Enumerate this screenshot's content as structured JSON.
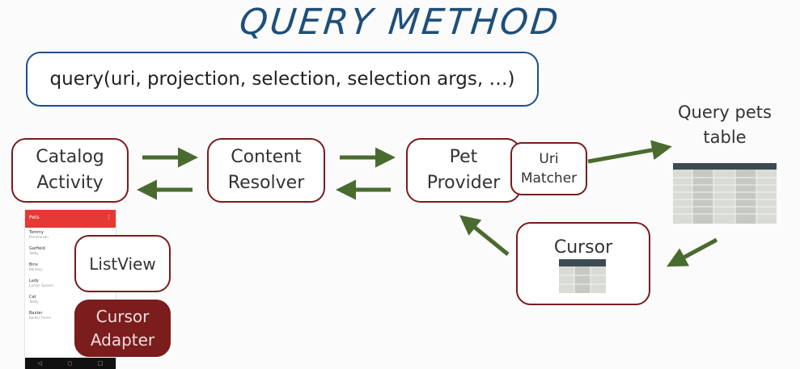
{
  "title": "QUERY METHOD",
  "query_call": "query(uri, projection, selection, selection args, …)",
  "nodes": {
    "catalog_activity": "Catalog\nActivity",
    "content_resolver": "Content\nResolver",
    "pet_provider": "Pet\nProvider",
    "uri_matcher": "Uri\nMatcher",
    "query_pets_table": "Query pets\ntable",
    "cursor": "Cursor",
    "listview": "ListView",
    "cursor_adapter": "Cursor\nAdapter"
  },
  "phone": {
    "app_title": "Pets",
    "menu_icon": "overflow-menu-icon",
    "items": [
      {
        "name": "Tommy",
        "sub": "Pomeranian"
      },
      {
        "name": "Garfield",
        "sub": "Tabby"
      },
      {
        "name": "Binx",
        "sub": "Bombay"
      },
      {
        "name": "Lady",
        "sub": "Cocker Spaniel"
      },
      {
        "name": "Cat",
        "sub": "Tabby"
      },
      {
        "name": "Baxter",
        "sub": "Border Terrier"
      }
    ],
    "nav_icons": [
      "back-icon",
      "home-icon",
      "recents-icon"
    ]
  },
  "colors": {
    "title": "#1f4f7a",
    "query_border": "#1d4e8a",
    "node_border": "#7a1c1c",
    "arrow": "#4a6b2f",
    "adapter_fill": "#7b1d1d",
    "table_header": "#3d4a54",
    "table_cell": "#d9dbd5"
  }
}
